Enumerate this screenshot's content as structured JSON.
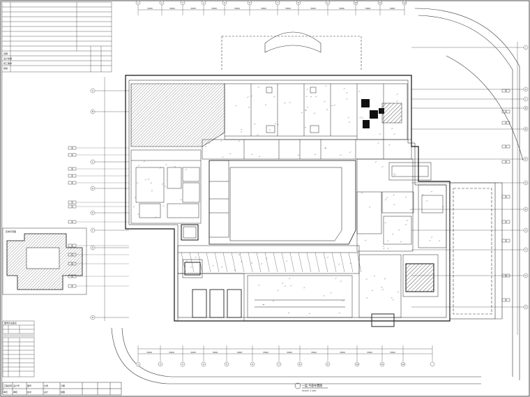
{
  "drawing": {
    "title": "一层 平面布置图",
    "scale": "SCALE: 1:100",
    "key_plan_title": "区域示意图",
    "legend_header": "图例及设备表",
    "grid_labels_top": [
      "1",
      "2",
      "3",
      "4",
      "5",
      "6",
      "7",
      "8",
      "9",
      "10",
      "11",
      "12"
    ],
    "grid_labels_left": [
      "A",
      "B",
      "C",
      "D",
      "E",
      "F",
      "G",
      "H"
    ],
    "grid_labels_right": [
      "J",
      "K",
      "L",
      "M",
      "N",
      "P",
      "Q",
      "R",
      "S",
      "T",
      "U",
      "V"
    ],
    "dims_top": [
      "3900",
      "3900",
      "3900",
      "3900",
      "3900",
      "3900",
      "3900",
      "3900",
      "3900",
      "3900",
      "3900"
    ],
    "dims_bottom": [
      "3900",
      "3900",
      "3900",
      "3900",
      "3900",
      "3900",
      "3900",
      "3900",
      "3900",
      "3900",
      "3900"
    ],
    "title_block_cells": [
      "工程名称",
      "设计号",
      "图号",
      "比例",
      "日期",
      "审定",
      "审核",
      "校对",
      "设计",
      "制图"
    ],
    "notes_rows": [
      "说明",
      "设计依据",
      "施工要求",
      "其他"
    ]
  },
  "colors": {
    "line": "#1a1a1a",
    "hatch": "#555555",
    "bg": "#ffffff"
  }
}
